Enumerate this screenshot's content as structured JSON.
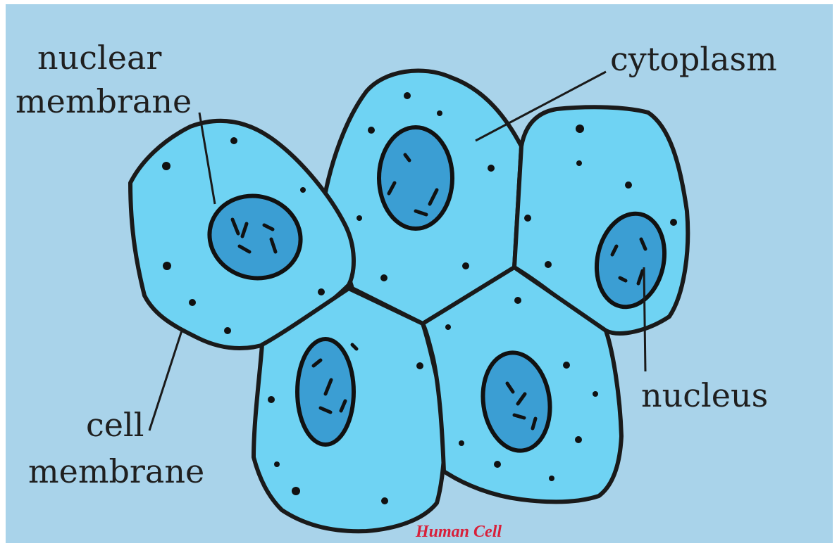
{
  "labels": {
    "nuclear_membrane_line1": "nuclear",
    "nuclear_membrane_line2": "membrane",
    "cytoplasm": "cytoplasm",
    "nucleus": "nucleus",
    "cell_membrane_line1": "cell",
    "cell_membrane_line2": "membrane"
  },
  "caption": "Human Cell",
  "colors": {
    "background": "#a9d3ea",
    "cytoplasm_fill": "#6fd3f3",
    "nucleus_fill": "#3b9ed3",
    "outline": "#1a1a1a",
    "caption": "#d8203a"
  }
}
